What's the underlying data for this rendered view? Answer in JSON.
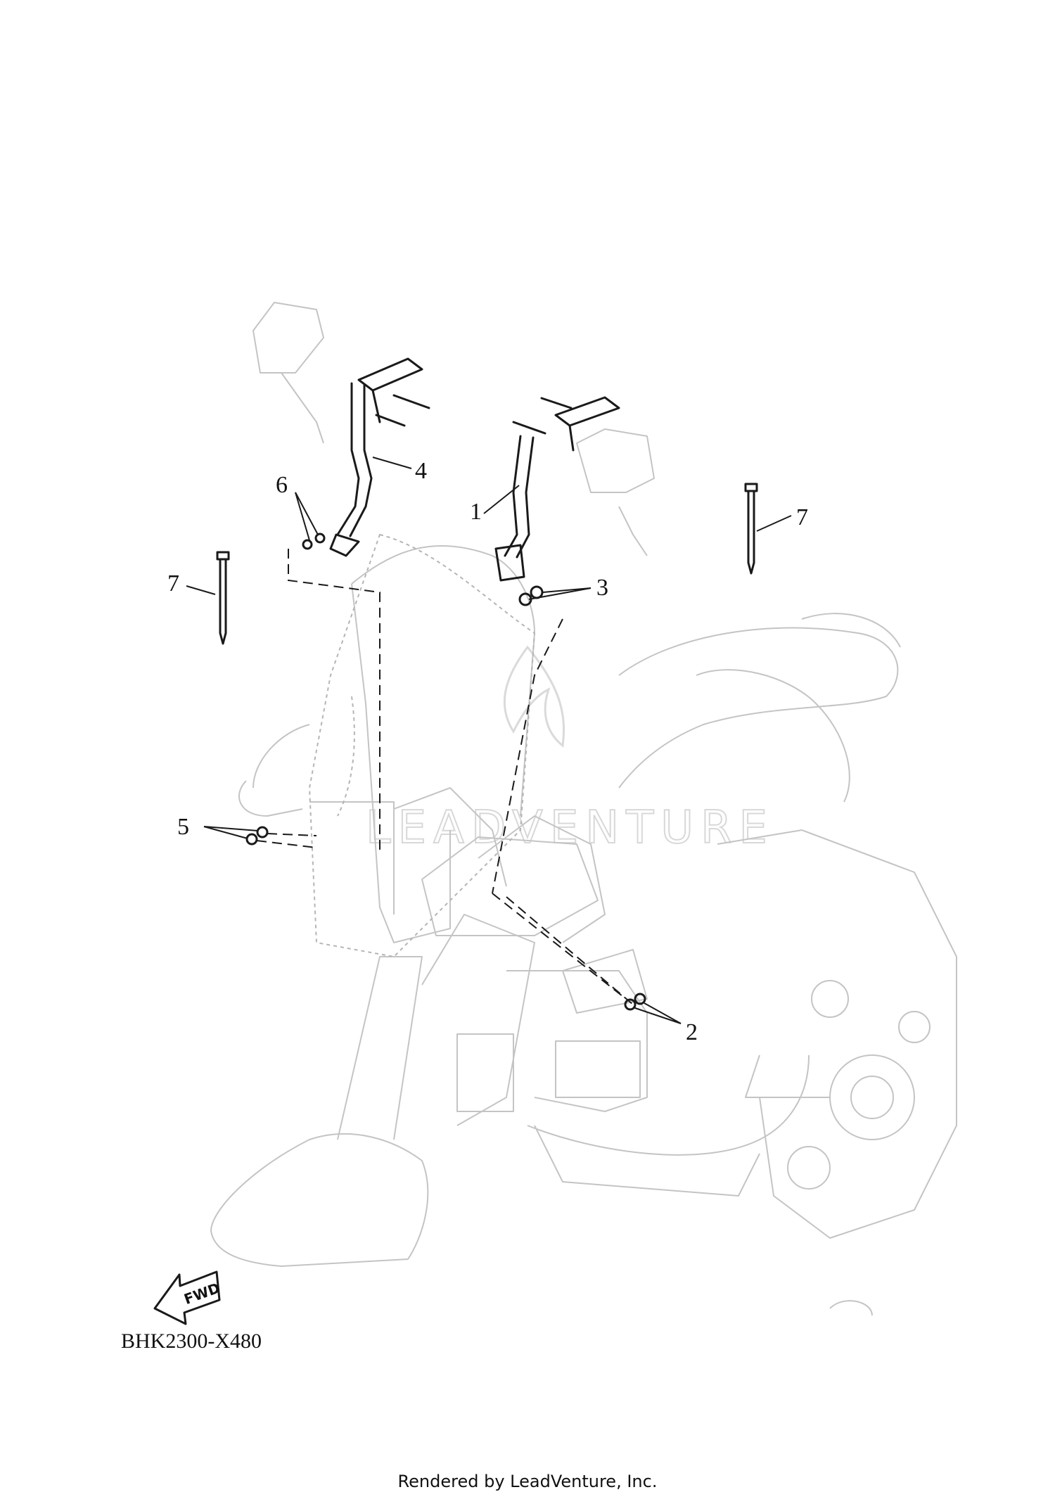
{
  "diagram": {
    "callouts": [
      "1",
      "2",
      "3",
      "4",
      "5",
      "6",
      "7",
      "7"
    ],
    "fwd_label": "FWD",
    "code": "BHK2300-X480",
    "watermark": "LEADVENTURE",
    "footer": "Rendered by LeadVenture, Inc."
  },
  "icons": {
    "fwd_arrow": "fwd-arrow-icon",
    "watermark_logo": "leadventure-logo-icon"
  }
}
